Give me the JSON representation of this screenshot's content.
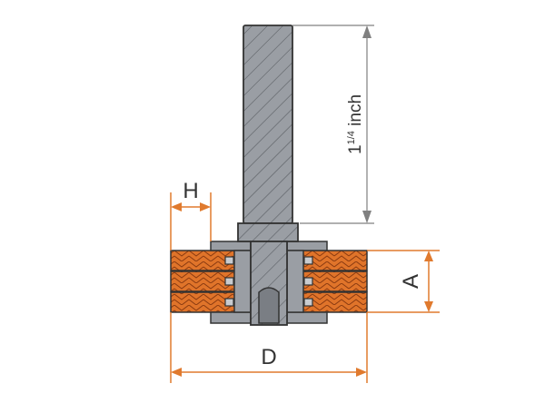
{
  "labels": {
    "height": "H",
    "width": "A",
    "diameter": "D",
    "shank_whole": "1",
    "shank_fraction": "1/4",
    "shank_unit": " inch"
  },
  "colors": {
    "orange": "#E0742A",
    "dim_orange": "#E07A2E",
    "grey_fill": "#9A9EA4",
    "dark": "#333333",
    "dim_grey": "#808080"
  }
}
